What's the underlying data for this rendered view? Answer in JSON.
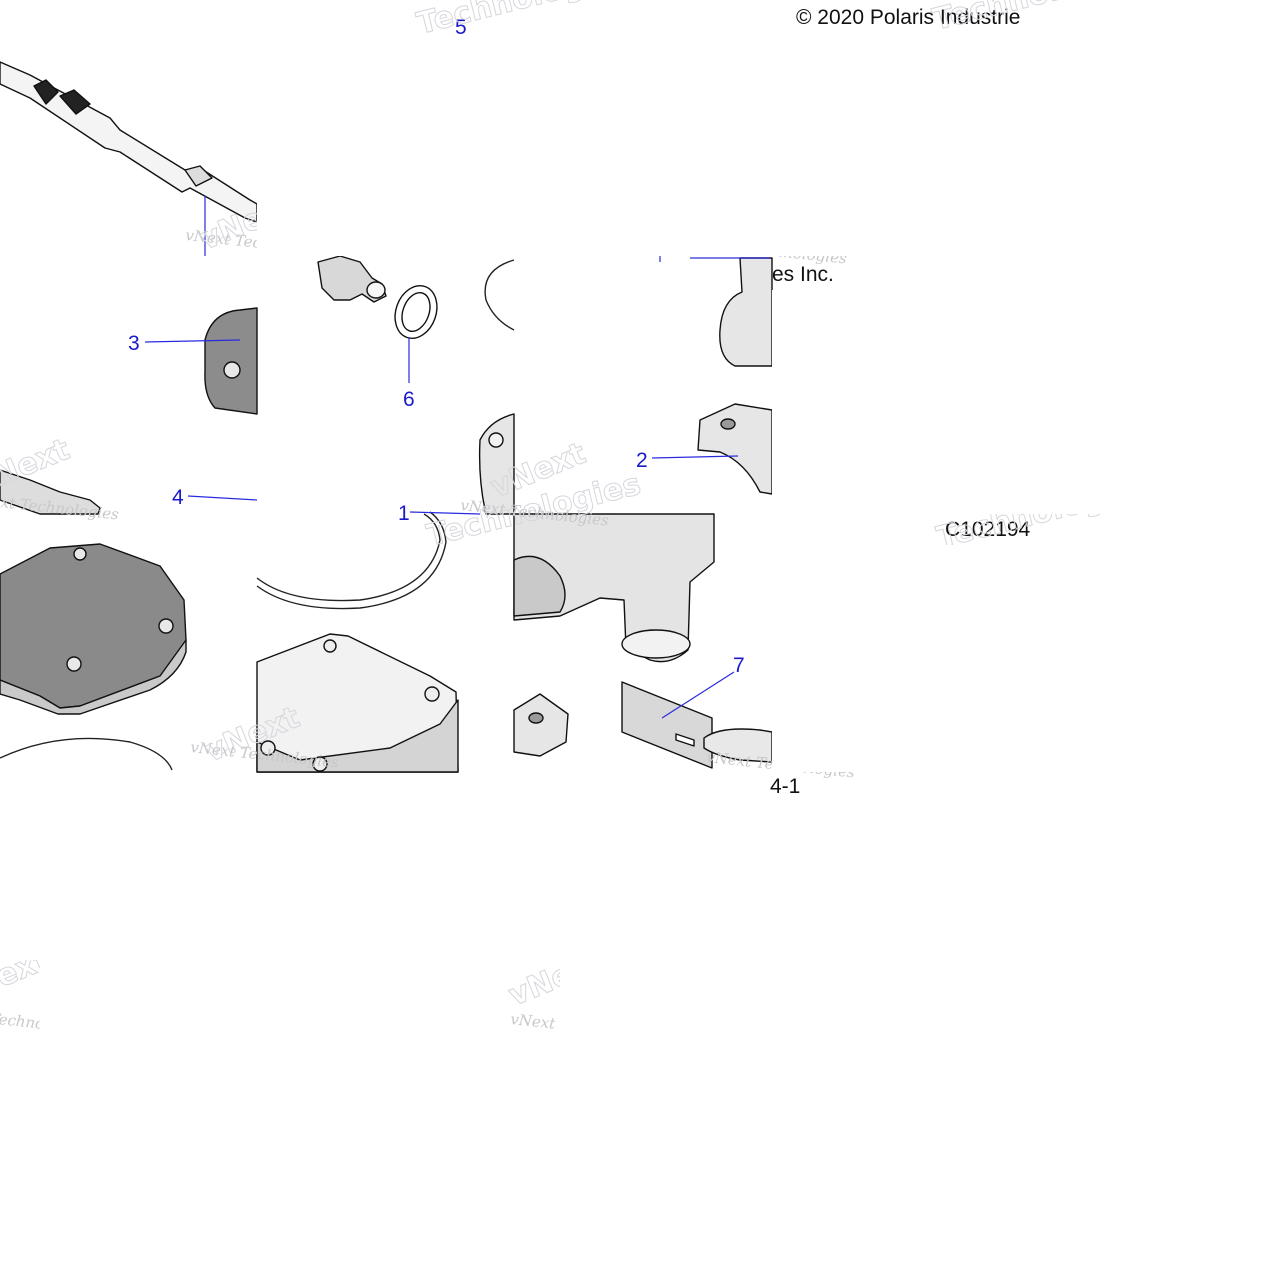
{
  "copyright": "© 2020 Polaris Industrie",
  "copyright_tail": "es Inc.",
  "drawing_id": "C102194",
  "page_ref": "4-1",
  "watermark": {
    "line": "vNext Technologies",
    "big_a": "vNext",
    "big_b": "Technologies"
  },
  "callouts": [
    "5",
    "3",
    "6",
    "2",
    "4",
    "1",
    "7"
  ],
  "colors": {
    "callout": "#1a1acc",
    "shade": "#8c8c8c",
    "light": "#e8e8e8"
  }
}
